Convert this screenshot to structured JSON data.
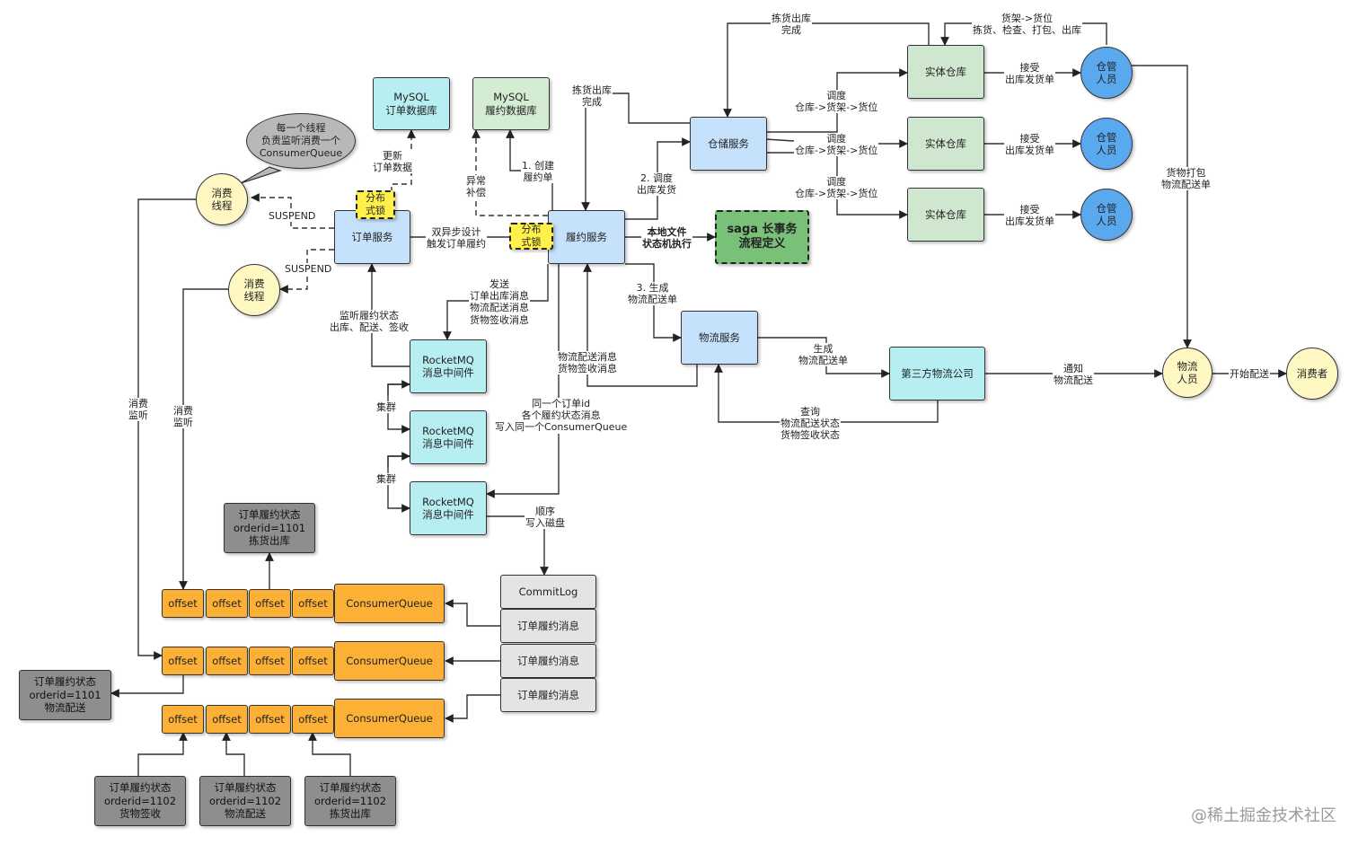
{
  "nodes": {
    "mysql_order": "MySQL\n订单数据库",
    "mysql_fulfill": "MySQL\n履约数据库",
    "order_service": "订单服务",
    "fulfill_service": "履约服务",
    "storage_service": "仓储服务",
    "logistics_service": "物流服务",
    "third_party": "第三方物流公司",
    "saga": "saga 长事务\n流程定义",
    "lock1": "分布\n式锁",
    "lock2": "分布\n式锁",
    "warehouse1": "实体仓库",
    "warehouse2": "实体仓库",
    "warehouse3": "实体仓库",
    "keeper1": "仓管\n人员",
    "keeper2": "仓管\n人员",
    "keeper3": "仓管\n人员",
    "courier": "物流\n人员",
    "consumer": "消费者",
    "consume_thread1": "消费\n线程",
    "consume_thread2": "消费\n线程",
    "thread_bubble": "每一个线程\n负责监听消费一个\nConsumerQueue",
    "rocketmq1": "RocketMQ\n消息中间件",
    "rocketmq2": "RocketMQ\n消息中间件",
    "rocketmq3": "RocketMQ\n消息中间件",
    "commitlog": "CommitLog",
    "commit_msg1": "订单履约消息",
    "commit_msg2": "订单履约消息",
    "commit_msg3": "订单履约消息",
    "cq1": "ConsumerQueue",
    "cq2": "ConsumerQueue",
    "cq3": "ConsumerQueue",
    "offset": "offset",
    "status_top": "订单履约状态\norderid=1101\n拣货出库",
    "status_left": "订单履约状态\norderid=1101\n物流配送",
    "status_b1": "订单履约状态\norderid=1102\n货物签收",
    "status_b2": "订单履约状态\norderid=1102\n物流配送",
    "status_b3": "订单履约状态\norderid=1102\n拣货出库"
  },
  "labels": {
    "pick_out_done_top": "拣货出库\n完成",
    "shelf_to_slot": "货架->货位\n拣货、检查、打包、出库",
    "pick_out_done_mid": "拣货出库\n完成",
    "update_order": "更新\n订单数据",
    "exception_comp": "异常\n补偿",
    "create_fulfill": "1. 创建\n履约单",
    "dispatch": "2. 调度\n出库发货",
    "gen_logistics": "3. 生成\n物流配送单",
    "schedule1": "调度\n仓库->货架->货位",
    "schedule2": "调度\n仓库->货架->货位",
    "schedule3": "调度\n仓库->货架->货位",
    "receive1": "接受\n出库发货单",
    "receive2": "接受\n出库发货单",
    "receive3": "接受\n出库发货单",
    "pack_ship": "货物打包\n物流配送单",
    "async_design": "双异步设计\n触发订单履约",
    "local_file": "本地文件\n状态机执行",
    "suspend1": "SUSPEND",
    "suspend2": "SUSPEND",
    "listen_status": "监听履约状态\n出库、配送、签收",
    "send_msgs": "发送\n订单出库消息\n物流配送消息\n货物签收消息",
    "logi_msgs": "物流配送消息\n货物签收消息",
    "same_order": "同一个订单id\n各个履约状态消息\n写入同一个ConsumerQueue",
    "cluster1": "集群",
    "cluster2": "集群",
    "seq_write": "顺序\n写入磁盘",
    "gen_delivery": "生成\n物流配送单",
    "notify": "通知\n物流配送",
    "start_delivery": "开始配送",
    "query_status": "查询\n物流配送状态\n货物签收状态",
    "consume_listen1": "消费\n监听",
    "consume_listen2": "消费\n监听"
  },
  "watermark": "@稀土掘金技术社区"
}
